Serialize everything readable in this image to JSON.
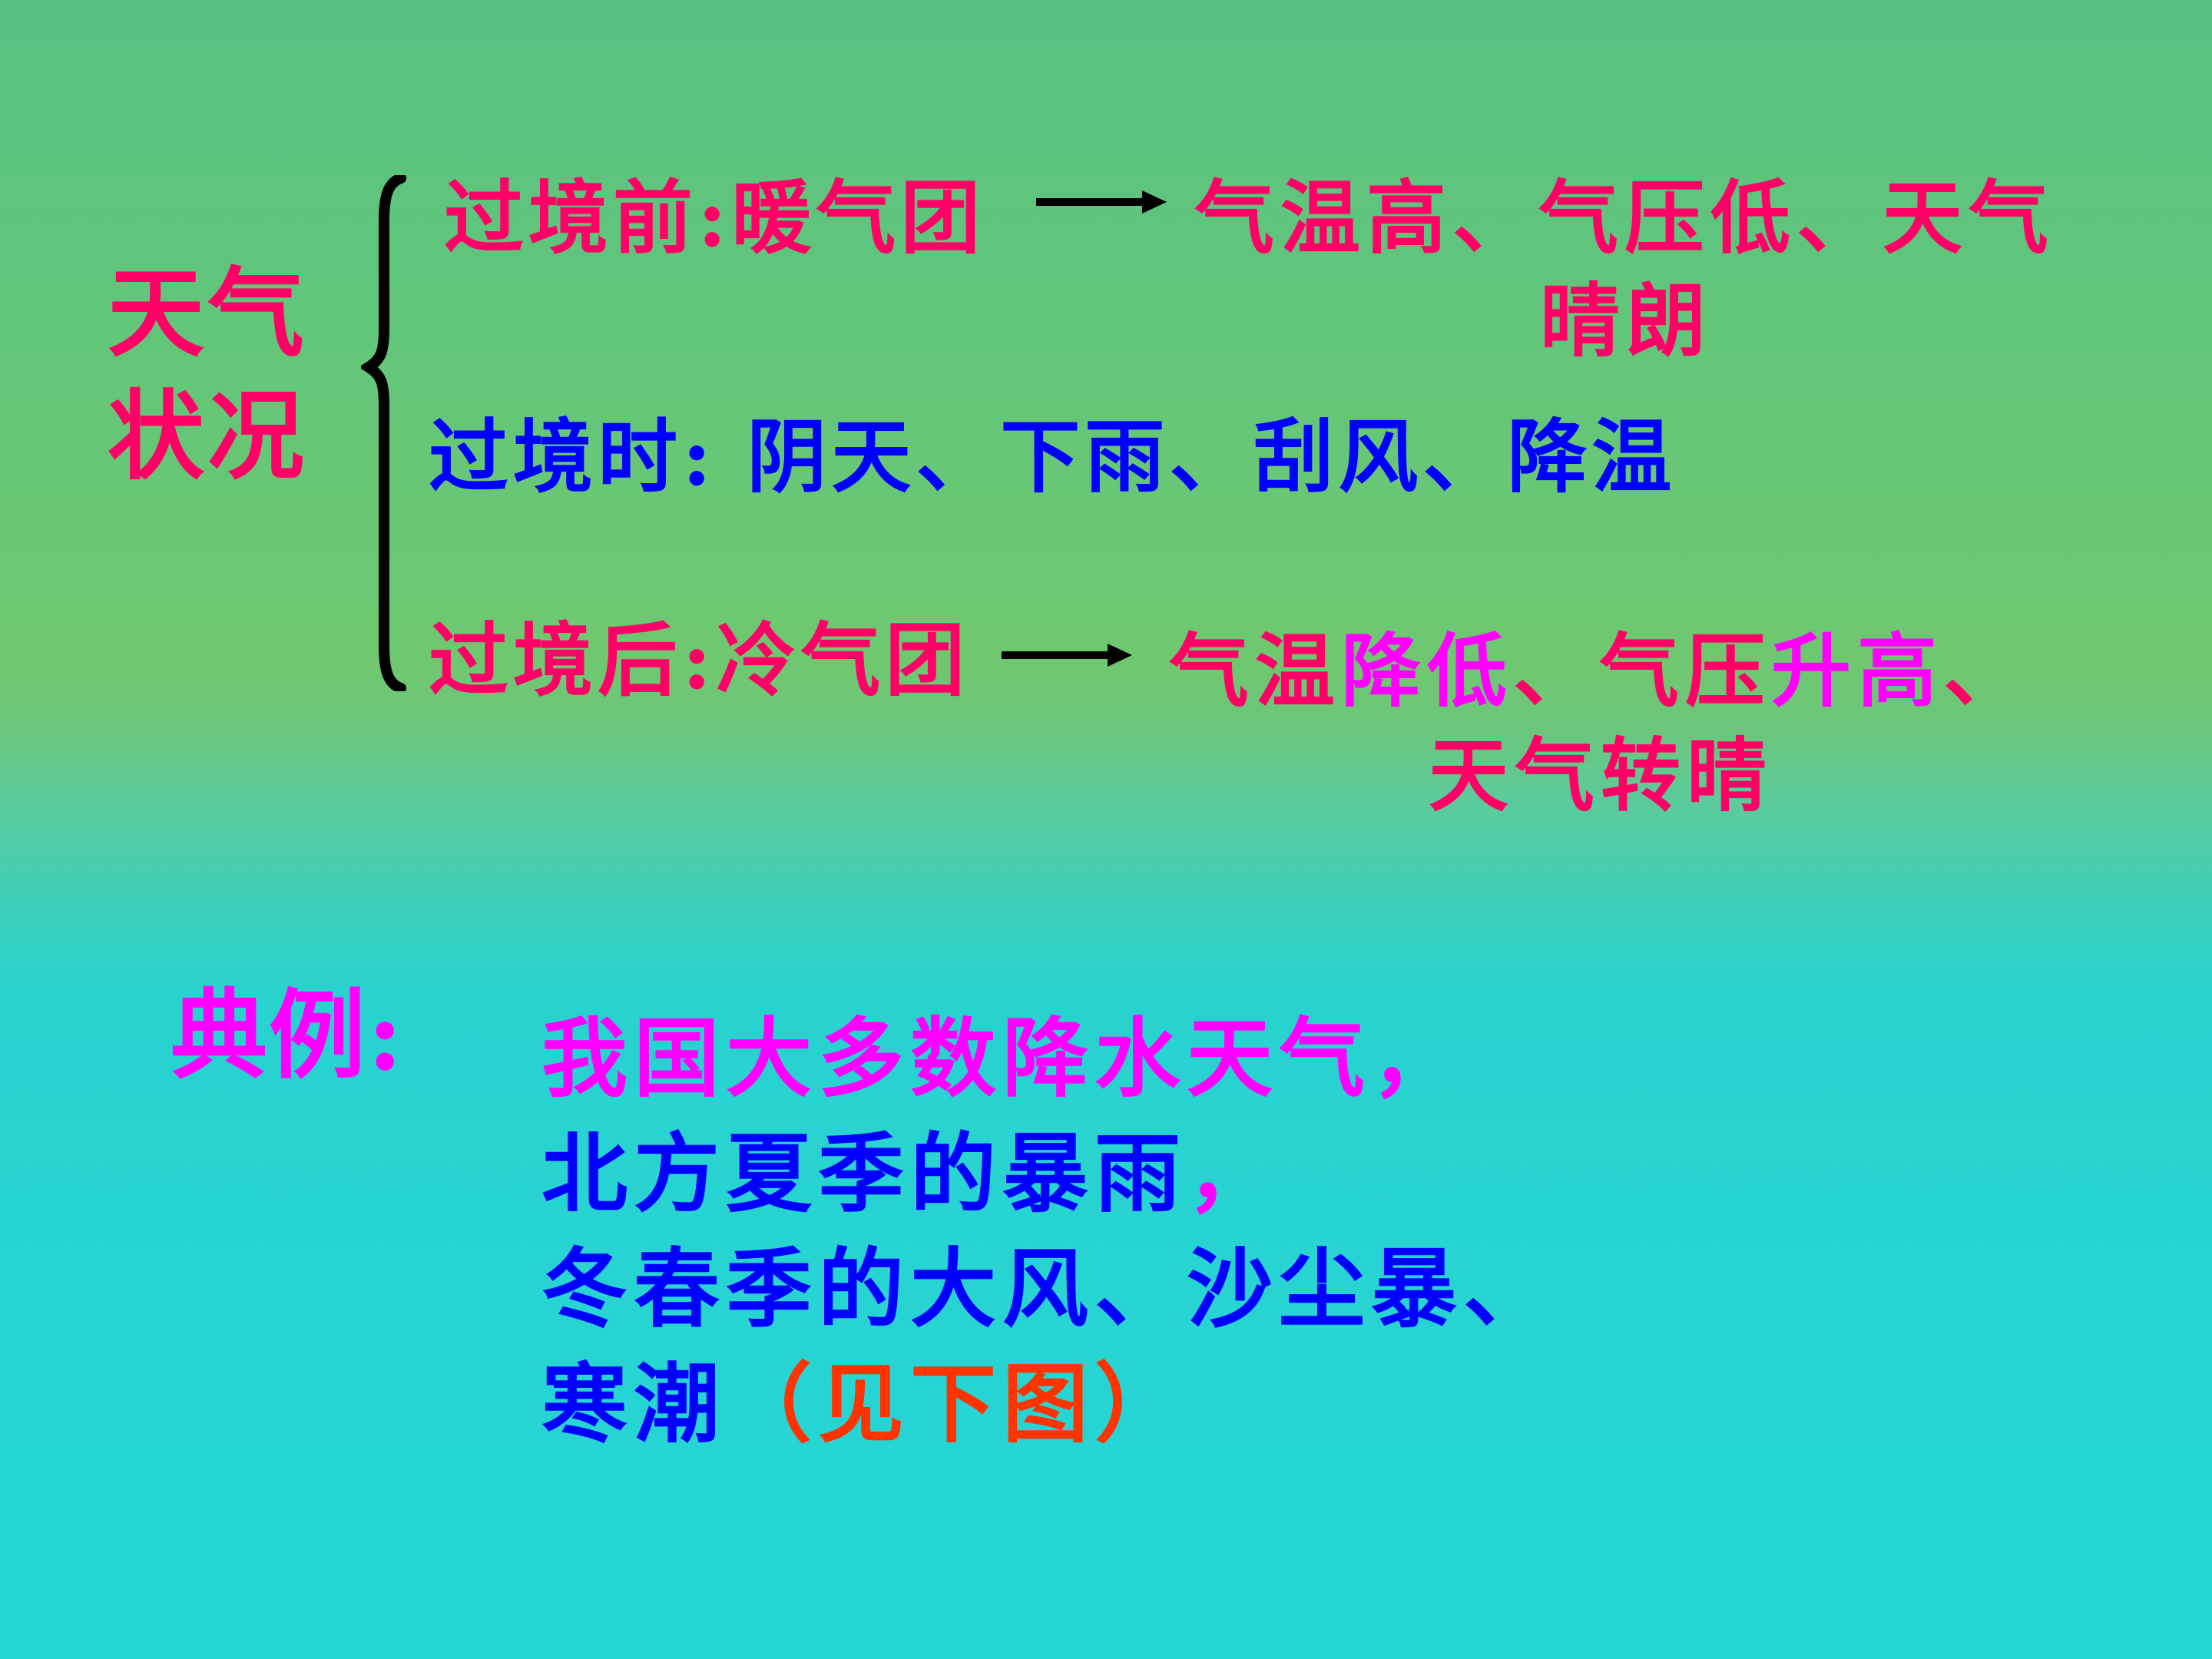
{
  "colors": {
    "pink": "#ff0066",
    "magenta": "#ff00ff",
    "blue": "#0000ff",
    "orange_red": "#ff3300",
    "black": "#000000",
    "bg_top": "#58c283",
    "bg_mid": "#6fc870",
    "bg_bottom": "#24d8d6"
  },
  "title": {
    "line1": "天气",
    "line2": "状况"
  },
  "rows": [
    {
      "label": "过境前:",
      "air_mass": "暖气团",
      "arrow": "arrow-right",
      "result_line1": "气温高、气压低、天气",
      "result_line2": "晴朗"
    },
    {
      "label": "过境时:",
      "result_line1": "阴天、下雨、刮风、降温"
    },
    {
      "label": "过境后:",
      "air_mass": "冷气团",
      "arrow": "arrow-right",
      "result_line1_parts": [
        "气温",
        "降低",
        "、气压",
        "升高",
        "、"
      ],
      "result_line2": "天气转晴"
    }
  ],
  "examples": {
    "label": "典例:",
    "lines": [
      {
        "parts": [
          "我国大多数降水天气，"
        ]
      },
      {
        "parts": [
          "北方夏季的暴雨",
          "，"
        ]
      },
      {
        "parts": [
          "冬春季的大风、沙尘暴、"
        ]
      },
      {
        "parts": [
          "寒潮",
          "（见下图）"
        ]
      }
    ]
  }
}
